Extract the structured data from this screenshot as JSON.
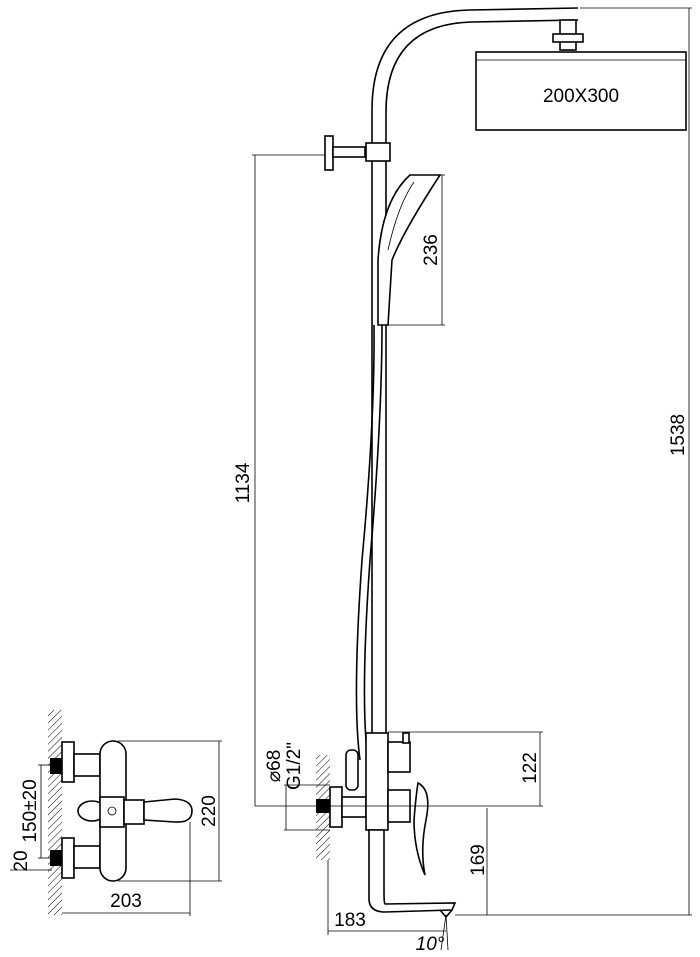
{
  "drawing": {
    "head_size": "200X300",
    "hand_shower_length": "236",
    "bracket_height": "1134",
    "total_height": "1538",
    "mixer_to_bracket": "122",
    "spout_height": "169",
    "spout_reach": "183",
    "spout_angle": "10°",
    "flange_diameter": "⌀68",
    "thread": "G1/2\"",
    "front_height": "220",
    "depth": "203",
    "inlet_spacing": "150±20",
    "inlet_offset": "20"
  }
}
